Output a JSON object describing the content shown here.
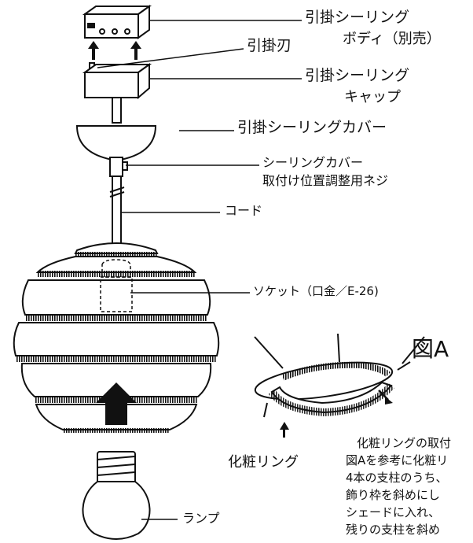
{
  "labels": {
    "ceiling_body_line1": "引掛シーリング",
    "ceiling_body_line2": "ボディ（別売）",
    "hook_blade": "引掛刃",
    "ceiling_cap_line1": "引掛シーリング",
    "ceiling_cap_line2": "キャップ",
    "ceiling_cover": "引掛シーリングカバー",
    "cover_screw_line1": "シーリングカバー",
    "cover_screw_line2": "取付け位置調整用ネジ",
    "cord": "コード",
    "socket": "ソケット（口金／E-26)",
    "figure_a": "図A",
    "decor_ring": "化粧リング",
    "lamp": "ランプ"
  },
  "note": {
    "lines": [
      "化粧リングの取付",
      "図Aを参考に化粧リ",
      "4本の支柱のうち、",
      "飾り枠を斜めにし",
      "シェードに入れ、",
      "残りの支柱を斜め"
    ]
  }
}
